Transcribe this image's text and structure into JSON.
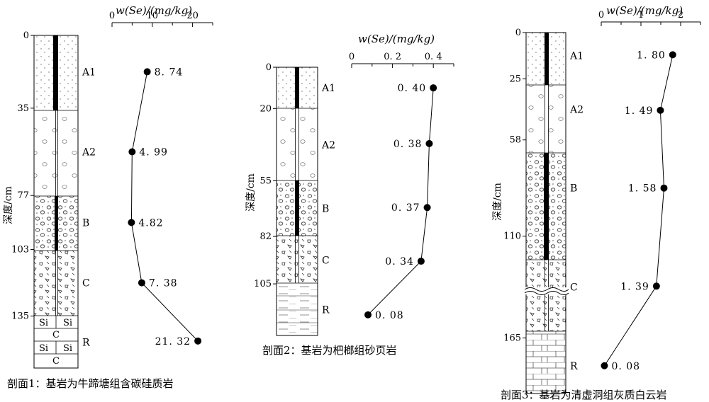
{
  "chart_data": [
    {
      "type": "line",
      "title": "w(Se)/(mg/kg)",
      "ylabel": "深度/cm",
      "caption": "剖面1：基岩为牛蹄塘组含碳硅质岩",
      "xticks": [
        "0",
        "10",
        "20"
      ],
      "xlim": [
        0,
        25
      ],
      "ylim": [
        0,
        160
      ],
      "depth_ticks": [
        0,
        35,
        77,
        103,
        135
      ],
      "horizons": [
        {
          "label": "A1",
          "top": 0,
          "bottom": 35
        },
        {
          "label": "A2",
          "top": 35,
          "bottom": 77
        },
        {
          "label": "B",
          "top": 77,
          "bottom": 103
        },
        {
          "label": "C",
          "top": 103,
          "bottom": 135
        },
        {
          "label": "R",
          "top": 135,
          "bottom": 160
        }
      ],
      "points": [
        {
          "depth": 17.5,
          "value": 8.74,
          "label": "8. 74"
        },
        {
          "depth": 56,
          "value": 4.99,
          "label": "4. 99"
        },
        {
          "depth": 90,
          "value": 4.82,
          "label": "4.82"
        },
        {
          "depth": 119,
          "value": 7.38,
          "label": "7. 38"
        },
        {
          "depth": 147,
          "value": 21.32,
          "label": "21. 32"
        }
      ],
      "rock_labels": {
        "si": "Si",
        "c": "C"
      }
    },
    {
      "type": "line",
      "title": "w(Se)/(mg/kg)",
      "ylabel": "深度/cm",
      "caption": "剖面2：基岩为杷榔组砂页岩",
      "xticks": [
        "0",
        "0. 2",
        "0. 4"
      ],
      "xlim": [
        0,
        0.5
      ],
      "ylim": [
        0,
        130
      ],
      "depth_ticks": [
        0,
        20,
        55,
        82,
        105
      ],
      "horizons": [
        {
          "label": "A1",
          "top": 0,
          "bottom": 20
        },
        {
          "label": "A2",
          "top": 20,
          "bottom": 55
        },
        {
          "label": "B",
          "top": 55,
          "bottom": 82
        },
        {
          "label": "C",
          "top": 82,
          "bottom": 105
        },
        {
          "label": "R",
          "top": 105,
          "bottom": 130
        }
      ],
      "points": [
        {
          "depth": 10,
          "value": 0.4,
          "label": "0. 40"
        },
        {
          "depth": 37,
          "value": 0.38,
          "label": "0. 38"
        },
        {
          "depth": 68,
          "value": 0.37,
          "label": "0. 37"
        },
        {
          "depth": 94,
          "value": 0.34,
          "label": "0. 34"
        },
        {
          "depth": 120,
          "value": 0.08,
          "label": "0. 08"
        }
      ]
    },
    {
      "type": "line",
      "title": "w(Se)/(mg/kg)",
      "ylabel": "深度/cm",
      "caption": "剖面3：基岩为清虚洞组灰质白云岩",
      "xticks": [
        "0",
        "1",
        "2"
      ],
      "xlim": [
        0,
        2.5
      ],
      "ylim": [
        0,
        195
      ],
      "depth_ticks": [
        0,
        25,
        58,
        110,
        165
      ],
      "horizons": [
        {
          "label": "A1",
          "top": 0,
          "bottom": 25
        },
        {
          "label": "A2",
          "top": 25,
          "bottom": 58
        },
        {
          "label": "B",
          "top": 58,
          "bottom": 110
        },
        {
          "label": "C",
          "top": 110,
          "bottom": 165
        },
        {
          "label": "R",
          "top": 165,
          "bottom": 195
        }
      ],
      "points": [
        {
          "depth": 12,
          "value": 1.8,
          "label": "1. 80"
        },
        {
          "depth": 42,
          "value": 1.49,
          "label": "1. 49"
        },
        {
          "depth": 84,
          "value": 1.58,
          "label": "1. 58"
        },
        {
          "depth": 137,
          "value": 1.39,
          "label": "1. 39"
        },
        {
          "depth": 180,
          "value": 0.08,
          "label": "0. 08"
        }
      ]
    }
  ]
}
